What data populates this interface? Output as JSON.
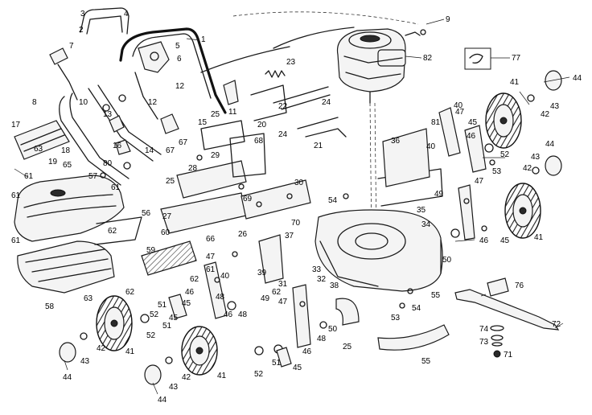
{
  "callouts": [
    {
      "id": "c3",
      "text": "3"
    },
    {
      "id": "c4",
      "text": "4"
    },
    {
      "id": "c1",
      "text": "1"
    },
    {
      "id": "c9",
      "text": "9"
    },
    {
      "id": "c82",
      "text": "82"
    },
    {
      "id": "c77",
      "text": "77"
    },
    {
      "id": "c2",
      "text": "2"
    },
    {
      "id": "c5",
      "text": "5"
    },
    {
      "id": "c7",
      "text": "7"
    },
    {
      "id": "c6",
      "text": "6"
    },
    {
      "id": "c12a",
      "text": "12"
    },
    {
      "id": "c23",
      "text": "23"
    },
    {
      "id": "c22",
      "text": "22"
    },
    {
      "id": "c11",
      "text": "11"
    },
    {
      "id": "c8",
      "text": "8"
    },
    {
      "id": "c10",
      "text": "10"
    },
    {
      "id": "c13",
      "text": "13"
    },
    {
      "id": "c12b",
      "text": "12"
    },
    {
      "id": "c24a",
      "text": "24"
    },
    {
      "id": "c20",
      "text": "20"
    },
    {
      "id": "c24b",
      "text": "24"
    },
    {
      "id": "c21",
      "text": "21"
    },
    {
      "id": "c17",
      "text": "17"
    },
    {
      "id": "c16",
      "text": "16"
    },
    {
      "id": "c15",
      "text": "15"
    },
    {
      "id": "c25a",
      "text": "25"
    },
    {
      "id": "c47a",
      "text": "47"
    },
    {
      "id": "c81",
      "text": "81"
    },
    {
      "id": "c45a",
      "text": "45"
    },
    {
      "id": "c41a",
      "text": "41"
    },
    {
      "id": "c44a",
      "text": "44"
    },
    {
      "id": "c43a",
      "text": "43"
    },
    {
      "id": "c42a",
      "text": "42"
    },
    {
      "id": "c18",
      "text": "18"
    },
    {
      "id": "c19",
      "text": "19"
    },
    {
      "id": "c14",
      "text": "14"
    },
    {
      "id": "c67a",
      "text": "67"
    },
    {
      "id": "c67b",
      "text": "67"
    },
    {
      "id": "c68",
      "text": "68"
    },
    {
      "id": "c36",
      "text": "36"
    },
    {
      "id": "c40",
      "text": "40"
    },
    {
      "id": "c52a",
      "text": "52"
    },
    {
      "id": "c63",
      "text": "63"
    },
    {
      "id": "c65",
      "text": "65"
    },
    {
      "id": "c80",
      "text": "80"
    },
    {
      "id": "c28",
      "text": "28"
    },
    {
      "id": "c29",
      "text": "29"
    },
    {
      "id": "c61a",
      "text": "61"
    },
    {
      "id": "c57",
      "text": "57"
    },
    {
      "id": "c61b",
      "text": "61"
    },
    {
      "id": "c25b",
      "text": "25"
    },
    {
      "id": "c30",
      "text": "30"
    },
    {
      "id": "c54",
      "text": "54"
    },
    {
      "id": "c49",
      "text": "49"
    },
    {
      "id": "c47b",
      "text": "47"
    },
    {
      "id": "c53a",
      "text": "53"
    },
    {
      "id": "c43b",
      "text": "43"
    },
    {
      "id": "c44b",
      "text": "44"
    },
    {
      "id": "c42b",
      "text": "42"
    },
    {
      "id": "c69",
      "text": "69"
    },
    {
      "id": "c70",
      "text": "70"
    },
    {
      "id": "c35",
      "text": "35"
    },
    {
      "id": "c34",
      "text": "34"
    },
    {
      "id": "c27",
      "text": "27"
    },
    {
      "id": "c66",
      "text": "66"
    },
    {
      "id": "c56",
      "text": "56"
    },
    {
      "id": "c62a",
      "text": "62"
    },
    {
      "id": "c26",
      "text": "26"
    },
    {
      "id": "c60",
      "text": "60"
    },
    {
      "id": "c37",
      "text": "37"
    },
    {
      "id": "c61c",
      "text": "61"
    },
    {
      "id": "c46a",
      "text": "46"
    },
    {
      "id": "c45b",
      "text": "45"
    },
    {
      "id": "c41b",
      "text": "41"
    },
    {
      "id": "c59",
      "text": "59"
    },
    {
      "id": "c47c",
      "text": "47"
    },
    {
      "id": "c61d",
      "text": "61"
    },
    {
      "id": "c40b",
      "text": "40"
    },
    {
      "id": "c31",
      "text": "31"
    },
    {
      "id": "c62b",
      "text": "62"
    },
    {
      "id": "c50",
      "text": "50"
    },
    {
      "id": "c39",
      "text": "39"
    },
    {
      "id": "c33",
      "text": "33"
    },
    {
      "id": "c32",
      "text": "32"
    },
    {
      "id": "c38",
      "text": "38"
    },
    {
      "id": "c62c",
      "text": "62"
    },
    {
      "id": "c62d",
      "text": "62"
    },
    {
      "id": "c49b",
      "text": "49"
    },
    {
      "id": "c47d",
      "text": "47"
    },
    {
      "id": "c58",
      "text": "58"
    },
    {
      "id": "c63b",
      "text": "63"
    },
    {
      "id": "c76",
      "text": "76"
    },
    {
      "id": "c55a",
      "text": "55"
    },
    {
      "id": "c54b",
      "text": "54"
    },
    {
      "id": "c53b",
      "text": "53"
    },
    {
      "id": "c45c",
      "text": "45"
    },
    {
      "id": "c50b",
      "text": "50"
    },
    {
      "id": "c48a",
      "text": "48"
    },
    {
      "id": "c46b",
      "text": "46"
    },
    {
      "id": "c48b",
      "text": "48"
    },
    {
      "id": "c25c",
      "text": "25"
    },
    {
      "id": "c51a",
      "text": "51"
    },
    {
      "id": "c52b",
      "text": "52"
    },
    {
      "id": "c46c",
      "text": "46"
    },
    {
      "id": "c72",
      "text": "72"
    },
    {
      "id": "c74",
      "text": "74"
    },
    {
      "id": "c73",
      "text": "73"
    },
    {
      "id": "c71",
      "text": "71"
    },
    {
      "id": "c55b",
      "text": "55"
    },
    {
      "id": "c42c",
      "text": "42"
    },
    {
      "id": "c43c",
      "text": "43"
    },
    {
      "id": "c44c",
      "text": "44"
    },
    {
      "id": "c41c",
      "text": "41"
    },
    {
      "id": "c51b",
      "text": "51"
    },
    {
      "id": "c52c",
      "text": "52"
    },
    {
      "id": "c45d",
      "text": "45"
    },
    {
      "id": "c42d",
      "text": "42"
    },
    {
      "id": "c43d",
      "text": "43"
    },
    {
      "id": "c44d",
      "text": "44"
    },
    {
      "id": "c41d",
      "text": "41"
    },
    {
      "id": "c52d",
      "text": "52"
    },
    {
      "id": "c51c",
      "text": "51"
    },
    {
      "id": "c46d",
      "text": "46"
    },
    {
      "id": "c45e",
      "text": "45"
    },
    {
      "id": "c48c",
      "text": "48"
    },
    {
      "id": "c40c",
      "text": "40"
    },
    {
      "id": "c61e",
      "text": "61"
    },
    {
      "id": "c46e",
      "text": "46"
    }
  ]
}
